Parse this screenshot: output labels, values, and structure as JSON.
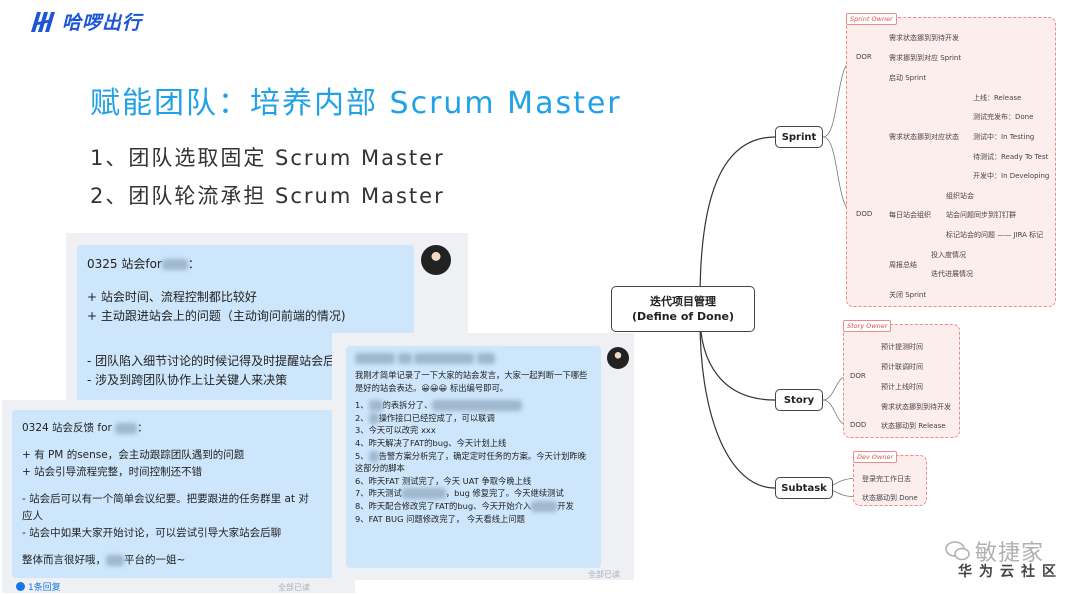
{
  "logo": {
    "text": "哈啰出行"
  },
  "title": "赋能团队：培养内部 Scrum Master",
  "bullets": [
    "1、团队选取固定 Scrum Master",
    "2、团队轮流承担 Scrum Master"
  ],
  "chat1": {
    "heading": "0325 站会for",
    "lines": [
      "+ 站会时间、流程控制都比较好",
      "+ 主动跟进站会上的问题（主动询问前端的情况)",
      "- 团队陷入细节讨论的时候记得及时提醒站会后",
      "- 涉及到跨团队协作上让关键人来决策"
    ]
  },
  "chat2": {
    "heading": "0324 站会反馈 for",
    "lines": [
      "+ 有 PM 的sense，会主动跟踪团队遇到的问题",
      "+ 站会引导流程完整，时间控制还不错",
      "- 站会后可以有一个简单会议纪要。把要跟进的任务群里 at 对",
      "应人",
      "- 站会中如果大家开始讨论，可以尝试引导大家站会后聊",
      "整体而言很好哦，",
      "平台的一姐~"
    ],
    "reply": "1条回复",
    "read": "全部已读"
  },
  "chat3": {
    "intro": "我刚才简单记录了一下大家的站会发言，大家一起判断一下哪些是好的站会表达。😀😀😀 标出编号即可。",
    "items": [
      "1、",
      "2、",
      "3、今天可以改完 xxx",
      "4、昨天解决了FAT的bug、今天计划上线",
      "5、",
      "6、昨天FAT 测试完了，今天 UAT 争取今晚上线",
      "7、昨天测试",
      "8、昨天配合修改完了FAT的bug、今天开始介入",
      "9、FAT BUG 问题修改完了， 今天看线上问题"
    ],
    "item1_tail": "的表拆分了、",
    "item2_tail": "操作接口已经控成了，可以联调",
    "item5_tail": "告警方案分析完了，确定定时任务的方案。今天计划昨晚这部分的脚本",
    "item7_tail": "，bug 修复完了。今天继续测试",
    "item8_tail": "开发",
    "read": "全部已读"
  },
  "mindmap": {
    "center_line1": "迭代项目管理",
    "center_line2": "(Define of Done)",
    "sprint": {
      "label": "Sprint",
      "owner": "Sprint Owner",
      "dor": "DOR",
      "dor_items": [
        "需求状态挪到到待开发",
        "需求挪到到对应 Sprint",
        "启动 Sprint"
      ],
      "dod": "DOD",
      "status_group": "需求状态挪到对应状态",
      "status_items": [
        "上线：Release",
        "测试完发布：Done",
        "测试中：In Testing",
        "待测试：Ready To Test",
        "开发中：In Developing"
      ],
      "standup_group": "每日站会组织",
      "standup_items": [
        "组织站会",
        "站会问题同步到钉钉群",
        "标记站会的问题 —— JIRA 标记"
      ],
      "weekly_group": "周报总结",
      "weekly_items": [
        "投入度情况",
        "迭代进展情况"
      ],
      "close": "关闭 Sprint"
    },
    "story": {
      "label": "Story",
      "owner": "Story Owner",
      "dor": "DOR",
      "dor_items": [
        "预计提测时间",
        "预计联调时间",
        "预计上线时间",
        "需求状态挪到到待开发"
      ],
      "dod": "DOD",
      "dod_item": "状态挪动到 Release"
    },
    "subtask": {
      "label": "Subtask",
      "owner": "Dev Owner",
      "items": [
        "登录完工作日志",
        "状态挪动到 Done"
      ]
    }
  },
  "watermark": {
    "main": "敏捷家",
    "sub": "华为云社区"
  },
  "colors": {
    "title": "#21a1e6",
    "bubble": "#cde6fb",
    "owner_border": "#f08a8a",
    "logo": "#1a56d6"
  }
}
